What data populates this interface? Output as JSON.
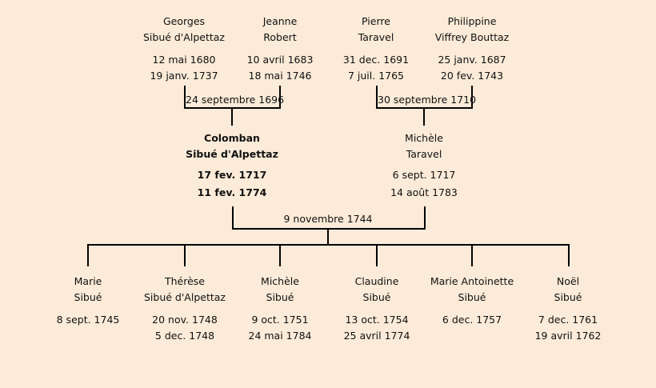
{
  "grandparents": [
    {
      "first": "Georges",
      "last": "Sibué d'Alpettaz",
      "birth": "12 mai 1680",
      "death": "19 janv. 1737"
    },
    {
      "first": "Jeanne",
      "last": "Robert",
      "birth": "10 avril 1683",
      "death": "18 mai 1746"
    },
    {
      "first": "Pierre",
      "last": "Taravel",
      "birth": "31 dec. 1691",
      "death": "7 juil. 1765"
    },
    {
      "first": "Philippine",
      "last": "Viffrey Bouttaz",
      "birth": "25 janv. 1687",
      "death": "20 fev. 1743"
    }
  ],
  "marriages": {
    "left": "24 septembre 1696",
    "right": "30 septembre 1710",
    "parents": "9 novembre 1744"
  },
  "parents": [
    {
      "first": "Colomban",
      "last": "Sibué d'Alpettaz",
      "birth": "17 fev. 1717",
      "death": "11 fev. 1774",
      "highlighted": true
    },
    {
      "first": "Michèle",
      "last": "Taravel",
      "birth": "6 sept. 1717",
      "death": "14 août 1783"
    }
  ],
  "children": [
    {
      "first": "Marie",
      "last": "Sibué",
      "birth": "8 sept. 1745",
      "death": ""
    },
    {
      "first": "Thérèse",
      "last": "Sibué d'Alpettaz",
      "birth": "20 nov. 1748",
      "death": "5 dec. 1748"
    },
    {
      "first": "Michèle",
      "last": "Sibué",
      "birth": "9 oct. 1751",
      "death": "24 mai 1784"
    },
    {
      "first": "Claudine",
      "last": "Sibué",
      "birth": "13 oct. 1754",
      "death": "25 avril 1774"
    },
    {
      "first": "Marie Antoinette",
      "last": "Sibué",
      "birth": "6 dec. 1757",
      "death": ""
    },
    {
      "first": "Noël",
      "last": "Sibué",
      "birth": "7 dec. 1761",
      "death": "19 avril 1762"
    }
  ]
}
